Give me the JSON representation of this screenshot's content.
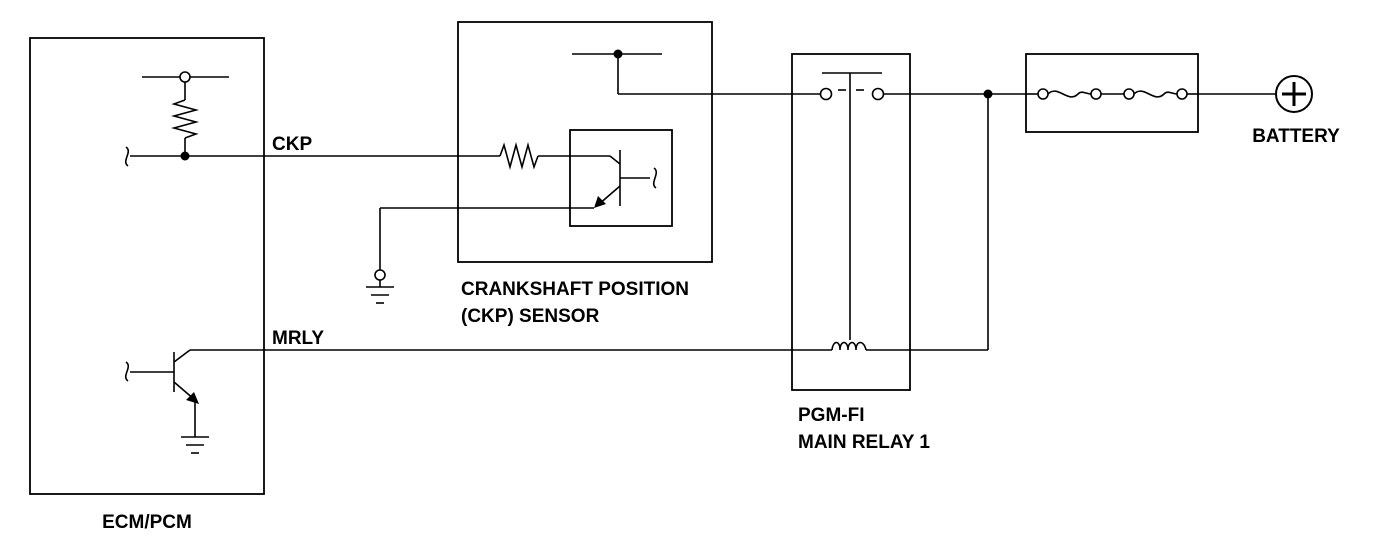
{
  "components": {
    "ecm": "ECM/PCM",
    "ckp_sensor_line1": "CRANKSHAFT POSITION",
    "ckp_sensor_line2": "(CKP) SENSOR",
    "relay_line1": "PGM-FI",
    "relay_line2": "MAIN RELAY 1",
    "battery": "BATTERY"
  },
  "signals": {
    "ckp": "CKP",
    "mrly": "MRLY"
  }
}
